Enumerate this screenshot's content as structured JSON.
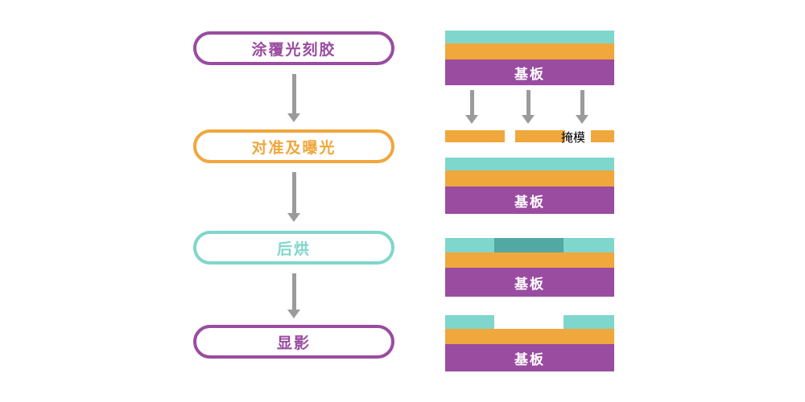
{
  "flowchart": {
    "steps": [
      {
        "id": "coat",
        "label": "涂覆光刻胶",
        "color": "#9a4ca0"
      },
      {
        "id": "expose",
        "label": "对准及曝光",
        "color": "#f0a73c"
      },
      {
        "id": "postbake",
        "label": "后烘",
        "color": "#7fd6cc"
      },
      {
        "id": "develop",
        "label": "显影",
        "color": "#9a4ca0"
      }
    ]
  },
  "cross_sections": {
    "substrate_label": "基板",
    "mask_label": "掩模"
  },
  "colors": {
    "photoresist_teal": "#7fd6cc",
    "exposed_teal": "#52a8a2",
    "film_orange": "#f0a73c",
    "substrate_purple": "#9a4ca0",
    "arrow_gray": "#9b9b9b",
    "substrate_text": "#ffffff",
    "mask_text": "#000000"
  }
}
